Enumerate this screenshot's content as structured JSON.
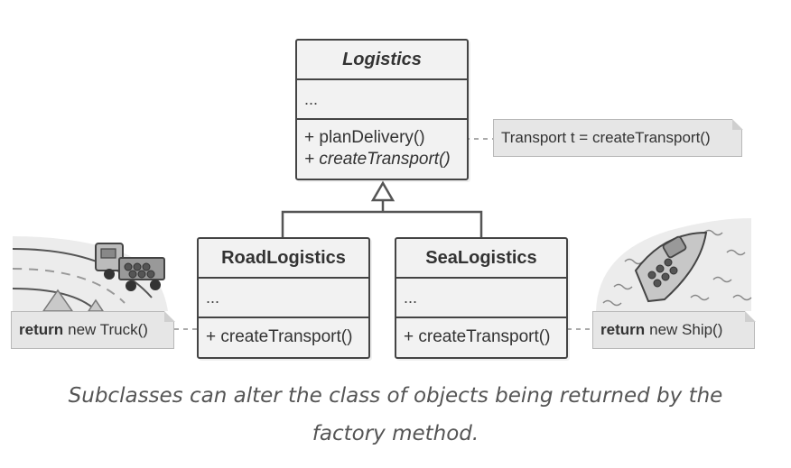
{
  "diagram": {
    "classes": {
      "logistics": {
        "name": "Logistics",
        "fields": "...",
        "ops": [
          "+ planDelivery()",
          "+ createTransport()"
        ]
      },
      "road": {
        "name": "RoadLogistics",
        "fields": "...",
        "ops": [
          "+ createTransport()"
        ]
      },
      "sea": {
        "name": "SeaLogistics",
        "fields": "...",
        "ops": [
          "+ createTransport()"
        ]
      }
    },
    "notes": {
      "logistics": "Transport t = createTransport()",
      "road": {
        "keyword": "return",
        "text": "new Truck()"
      },
      "sea": {
        "keyword": "return",
        "text": "new Ship()"
      }
    },
    "caption": {
      "line1": "Subclasses can alter the class of objects being returned by the",
      "line2": "factory method."
    }
  }
}
